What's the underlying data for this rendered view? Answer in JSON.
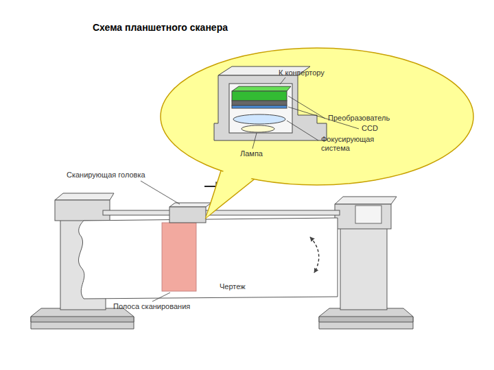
{
  "diagram": {
    "title": "Схема планшетного сканера",
    "labels": [
      "К конвертору",
      "Преобразователь",
      "CCD",
      "Фокусирующая система",
      "Лампа",
      "Сканирующая головка",
      "Чертеж",
      "Полоса сканирования"
    ]
  }
}
